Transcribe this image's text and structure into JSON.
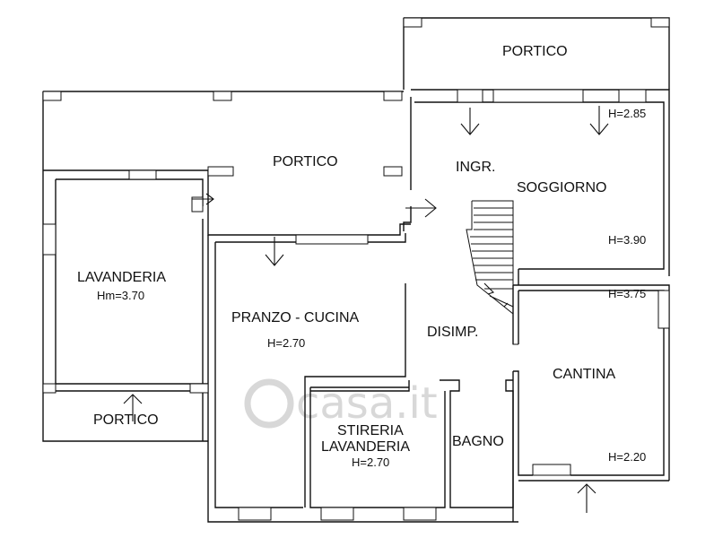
{
  "labels": {
    "portico_top": "PORTICO",
    "portico_mid": "PORTICO",
    "portico_bottom": "PORTICO",
    "ingresso": "INGR.",
    "soggiorno": "SOGGIORNO",
    "lavanderia": "LAVANDERIA",
    "pranzo_cucina": "PRANZO - CUCINA",
    "disimpegno": "DISIMP.",
    "cantina": "CANTINA",
    "stireria_line1": "STIRERIA",
    "stireria_line2": "LAVANDERIA",
    "bagno": "BAGNO"
  },
  "heights": {
    "soggiorno_top": "H=2.85",
    "soggiorno_bottom": "H=3.90",
    "lavanderia": "Hm=3.70",
    "pranzo_cucina": "H=2.70",
    "cantina_top": "H=3.75",
    "cantina_bottom": "H=2.20",
    "stireria": "H=2.70"
  },
  "watermark": "casa.it",
  "colors": {
    "line": "#111111",
    "background": "#ffffff",
    "watermark": "#d8d8d8"
  }
}
